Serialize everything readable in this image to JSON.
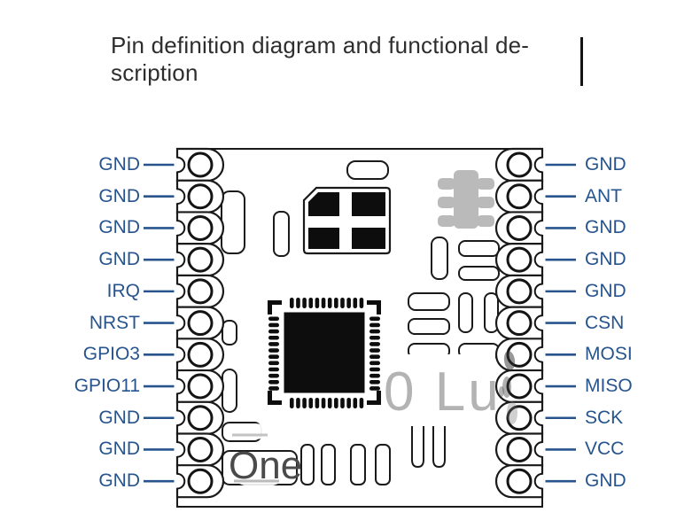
{
  "header": {
    "title_line1": "Pin definition diagram and functional de-",
    "title_line2": "scription",
    "caret": "text-cursor"
  },
  "module": {
    "pins": {
      "left": [
        "GND",
        "GND",
        "GND",
        "GND",
        "IRQ",
        "NRST",
        "GPIO3",
        "GPIO11",
        "GND",
        "GND",
        "GND"
      ],
      "right": [
        "GND",
        "ANT",
        "GND",
        "GND",
        "GND",
        "CSN",
        "MOSI",
        "MISO",
        "SCK",
        "VCC",
        "GND"
      ]
    },
    "watermarks": {
      "center": "0 Lu",
      "bottom_left": "One"
    },
    "components": {
      "main_chip": "qfp-ic-icon",
      "crystal": "crystal-oscillator-icon",
      "transistor": "sot23-6-gray-icon",
      "pads": "castellated-pin-pads"
    }
  },
  "colors": {
    "pin_label_blue": "#27548D",
    "title_gray": "#2E2E2E",
    "outline_black": "#1A1A1A",
    "chip_black": "#0D0D0D",
    "watermark_light_gray": "#B3B3B3",
    "watermark_dark_gray": "#4A4A4A",
    "icon_gray": "#BABABA"
  }
}
